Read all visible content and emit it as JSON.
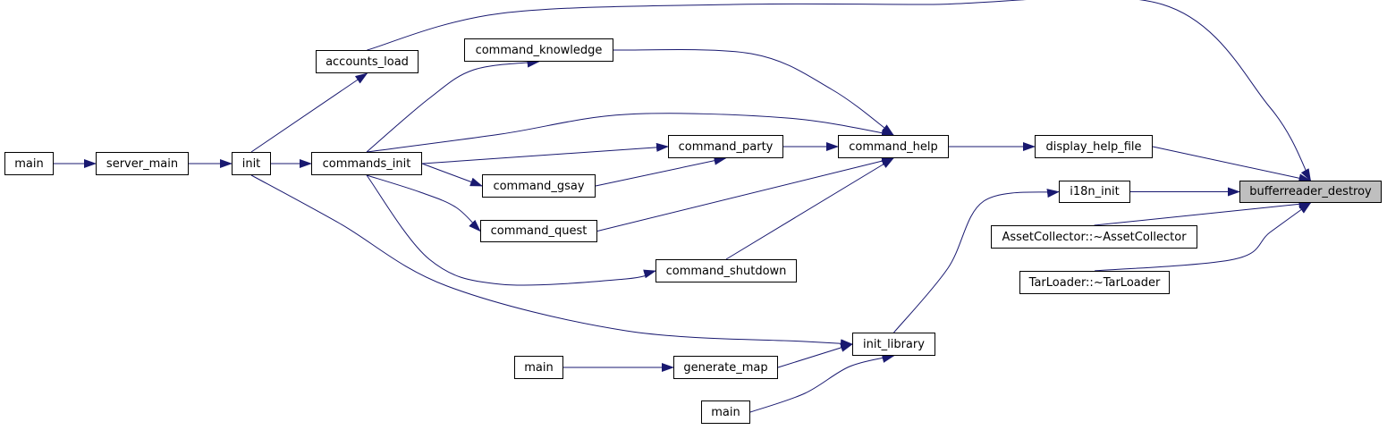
{
  "graph": {
    "edge_color": "#191970",
    "target_fill": "#bfbfbf",
    "nodes": {
      "bufferreader_destroy": "bufferreader_destroy",
      "display_help_file": "display_help_file",
      "i18n_init": "i18n_init",
      "asset_collector_dtor": "AssetCollector::~AssetCollector",
      "tar_loader_dtor": "TarLoader::~TarLoader",
      "accounts_load": "accounts_load",
      "command_knowledge": "command_knowledge",
      "command_help": "command_help",
      "command_party": "command_party",
      "commands_init": "commands_init",
      "command_gsay": "command_gsay",
      "command_quest": "command_quest",
      "command_shutdown": "command_shutdown",
      "init": "init",
      "server_main": "server_main",
      "main_server": "main",
      "init_library": "init_library",
      "generate_map": "generate_map",
      "main_generate_map": "main",
      "main_init_library": "main"
    },
    "edges": [
      [
        "accounts_load",
        "bufferreader_destroy"
      ],
      [
        "display_help_file",
        "bufferreader_destroy"
      ],
      [
        "i18n_init",
        "bufferreader_destroy"
      ],
      [
        "asset_collector_dtor",
        "bufferreader_destroy"
      ],
      [
        "tar_loader_dtor",
        "bufferreader_destroy"
      ],
      [
        "init",
        "accounts_load"
      ],
      [
        "server_main",
        "init"
      ],
      [
        "main_server",
        "server_main"
      ],
      [
        "command_help",
        "display_help_file"
      ],
      [
        "command_knowledge",
        "command_help"
      ],
      [
        "commands_init",
        "command_help"
      ],
      [
        "command_party",
        "command_help"
      ],
      [
        "command_quest",
        "command_help"
      ],
      [
        "command_shutdown",
        "command_help"
      ],
      [
        "commands_init",
        "command_knowledge"
      ],
      [
        "commands_init",
        "command_party"
      ],
      [
        "command_gsay",
        "command_party"
      ],
      [
        "commands_init",
        "command_gsay"
      ],
      [
        "commands_init",
        "command_quest"
      ],
      [
        "commands_init",
        "command_shutdown"
      ],
      [
        "init",
        "commands_init"
      ],
      [
        "init_library",
        "i18n_init"
      ],
      [
        "init",
        "init_library"
      ],
      [
        "generate_map",
        "init_library"
      ],
      [
        "main_init_library",
        "init_library"
      ],
      [
        "main_generate_map",
        "generate_map"
      ]
    ]
  }
}
